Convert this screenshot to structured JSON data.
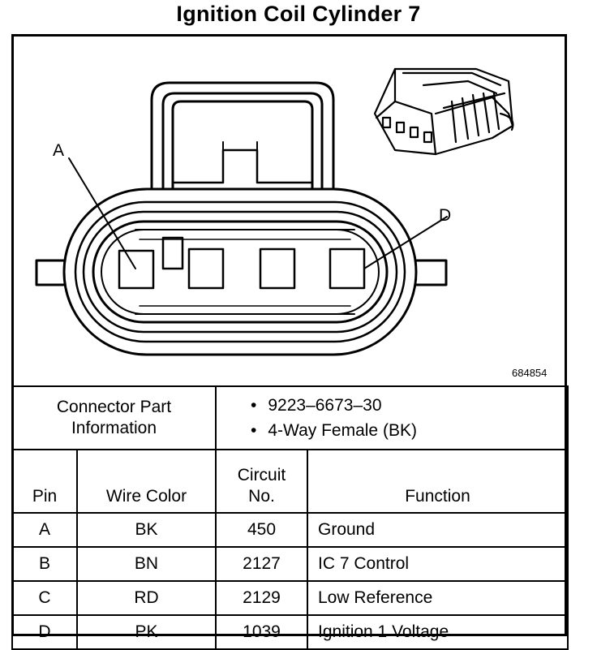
{
  "title": "Ignition Coil Cylinder 7",
  "diagram": {
    "label_a": "A",
    "label_d": "D",
    "figure_number": "684854"
  },
  "connector": {
    "label": [
      "Connector Part",
      "Information"
    ],
    "part_number": "9223–6673–30",
    "description": "4-Way Female (BK)"
  },
  "table": {
    "headers": {
      "pin": "Pin",
      "wire_color": "Wire Color",
      "circuit": [
        "Circuit",
        "No."
      ],
      "function": "Function"
    },
    "rows": [
      {
        "pin": "A",
        "wire_color": "BK",
        "circuit": "450",
        "function": "Ground"
      },
      {
        "pin": "B",
        "wire_color": "BN",
        "circuit": "2127",
        "function": "IC 7 Control"
      },
      {
        "pin": "C",
        "wire_color": "RD",
        "circuit": "2129",
        "function": "Low Reference"
      },
      {
        "pin": "D",
        "wire_color": "PK",
        "circuit": "1039",
        "function": "Ignition 1 Voltage"
      }
    ]
  }
}
